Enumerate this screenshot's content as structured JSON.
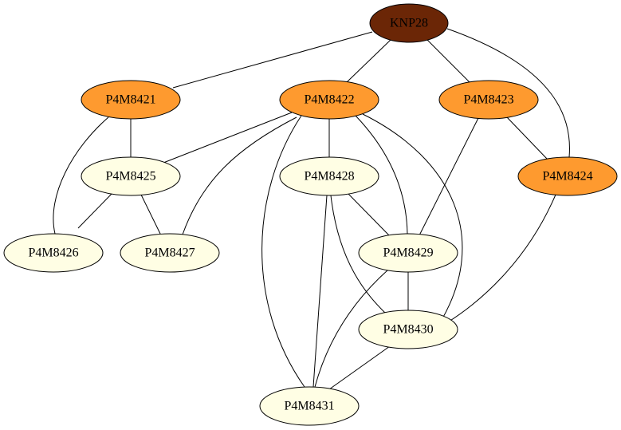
{
  "colors": {
    "root": "#6b2606",
    "level1": "#fe9a2f",
    "leaf": "#fffee4"
  },
  "nodes": [
    {
      "id": "KNP28",
      "label": "KNP28",
      "level": "root"
    },
    {
      "id": "P4M8421",
      "label": "P4M8421",
      "level": "level1"
    },
    {
      "id": "P4M8422",
      "label": "P4M8422",
      "level": "level1"
    },
    {
      "id": "P4M8423",
      "label": "P4M8423",
      "level": "level1"
    },
    {
      "id": "P4M8424",
      "label": "P4M8424",
      "level": "level1"
    },
    {
      "id": "P4M8425",
      "label": "P4M8425",
      "level": "leaf"
    },
    {
      "id": "P4M8426",
      "label": "P4M8426",
      "level": "leaf"
    },
    {
      "id": "P4M8427",
      "label": "P4M8427",
      "level": "leaf"
    },
    {
      "id": "P4M8428",
      "label": "P4M8428",
      "level": "leaf"
    },
    {
      "id": "P4M8429",
      "label": "P4M8429",
      "level": "leaf"
    },
    {
      "id": "P4M8430",
      "label": "P4M8430",
      "level": "leaf"
    },
    {
      "id": "P4M8431",
      "label": "P4M8431",
      "level": "leaf"
    }
  ],
  "edges": [
    {
      "from": "KNP28",
      "to": "P4M8421"
    },
    {
      "from": "KNP28",
      "to": "P4M8422"
    },
    {
      "from": "KNP28",
      "to": "P4M8423"
    },
    {
      "from": "KNP28",
      "to": "P4M8424"
    },
    {
      "from": "P4M8421",
      "to": "P4M8425"
    },
    {
      "from": "P4M8421",
      "to": "P4M8426"
    },
    {
      "from": "P4M8425",
      "to": "P4M8426"
    },
    {
      "from": "P4M8425",
      "to": "P4M8427"
    },
    {
      "from": "P4M8422",
      "to": "P4M8425"
    },
    {
      "from": "P4M8422",
      "to": "P4M8427"
    },
    {
      "from": "P4M8422",
      "to": "P4M8428"
    },
    {
      "from": "P4M8422",
      "to": "P4M8429"
    },
    {
      "from": "P4M8422",
      "to": "P4M8430"
    },
    {
      "from": "P4M8422",
      "to": "P4M8431"
    },
    {
      "from": "P4M8423",
      "to": "P4M8424"
    },
    {
      "from": "P4M8423",
      "to": "P4M8429"
    },
    {
      "from": "P4M8424",
      "to": "P4M8430"
    },
    {
      "from": "P4M8428",
      "to": "P4M8429"
    },
    {
      "from": "P4M8428",
      "to": "P4M8430"
    },
    {
      "from": "P4M8428",
      "to": "P4M8431"
    },
    {
      "from": "P4M8429",
      "to": "P4M8430"
    },
    {
      "from": "P4M8429",
      "to": "P4M8431"
    },
    {
      "from": "P4M8430",
      "to": "P4M8431"
    }
  ]
}
